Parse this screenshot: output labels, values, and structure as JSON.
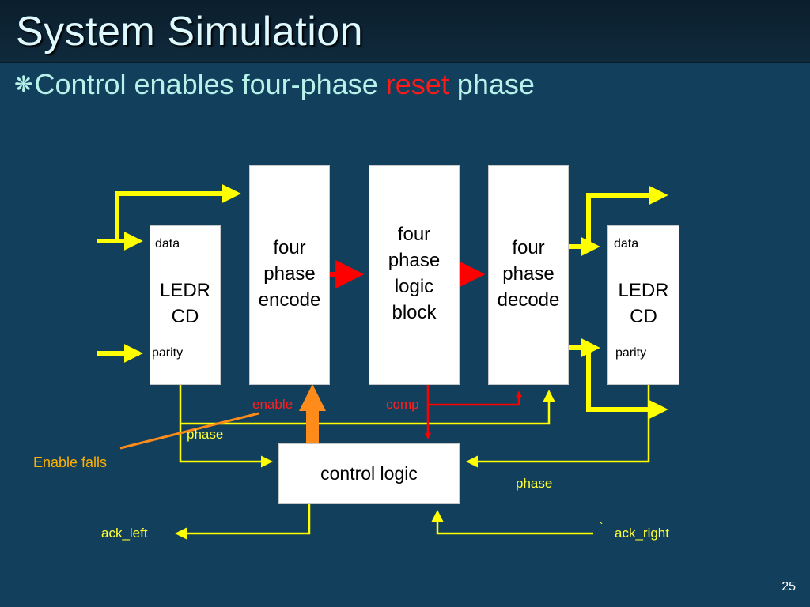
{
  "slide": {
    "title": "System Simulation",
    "bullet": {
      "before": "Control enables four-phase ",
      "highlight": "reset",
      "after": " phase"
    },
    "page_number": "25"
  },
  "blocks": {
    "ledr_left": {
      "port_top": "data",
      "label_line1": "LEDR",
      "label_line2": "CD",
      "port_bottom": "parity"
    },
    "encode": {
      "line1": "four",
      "line2": "phase",
      "line3": "encode"
    },
    "logic": {
      "line1": "four",
      "line2": "phase",
      "line3": "logic",
      "line4": "block"
    },
    "decode": {
      "line1": "four",
      "line2": "phase",
      "line3": "decode"
    },
    "ledr_right": {
      "port_top": "data",
      "label_line1": "LEDR",
      "label_line2": "CD",
      "port_bottom": "parity"
    },
    "control": {
      "label": "control logic"
    }
  },
  "signals": {
    "enable": "enable",
    "comp": "comp",
    "phase_left": "phase",
    "phase_right": "phase",
    "ack_left": "ack_left",
    "ack_right": "ack_right",
    "tick": "`"
  },
  "annotation": {
    "text": "Enable falls"
  },
  "colors": {
    "yellow_wire": "#ffff00",
    "red_wire": "#ff0000",
    "orange_arrow": "#ff8c1a",
    "background": "#123f5b"
  }
}
